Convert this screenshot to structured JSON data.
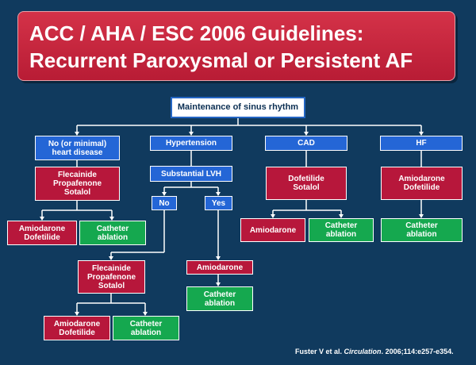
{
  "title": {
    "line1": "ACC / AHA / ESC 2006 Guidelines:",
    "line2": "Recurrent Paroxysmal or Persistent AF"
  },
  "nodes": {
    "root": "Maintenance of sinus rhythm",
    "no_heart_disease": "No (or minimal)\nheart disease",
    "hypertension": "Hypertension",
    "cad": "CAD",
    "hf": "HF",
    "nhd_first_line": "Flecainide\nPropafenone\nSotalol",
    "nhd_amiodarone": "Amiodarone\nDofetilide",
    "nhd_ablation": "Catheter\nablation",
    "substantial_lvh": "Substantial LVH",
    "lvh_no": "No",
    "lvh_yes": "Yes",
    "htn_no_first_line": "Flecainide\nPropafenone\nSotalol",
    "htn_no_amiodarone": "Amiodarone\nDofetilide",
    "htn_no_ablation": "Catheter\nablation",
    "htn_yes_amiodarone": "Amiodarone",
    "htn_yes_ablation": "Catheter\nablation",
    "cad_first_line": "Dofetilide\nSotalol",
    "cad_amiodarone": "Amiodarone",
    "cad_ablation": "Catheter\nablation",
    "hf_first_line": "Amiodarone\nDofetilide",
    "hf_ablation": "Catheter\nablation"
  },
  "citation": {
    "authors": "Fuster V et al.",
    "journal": "Circulation",
    "details": ". 2006;114:e257-e354."
  },
  "colors": {
    "background": "#103a5e",
    "title_banner": "#c0213a",
    "category_box": "#2466d6",
    "drug_box": "#b7173b",
    "ablation_box": "#15a84f"
  }
}
